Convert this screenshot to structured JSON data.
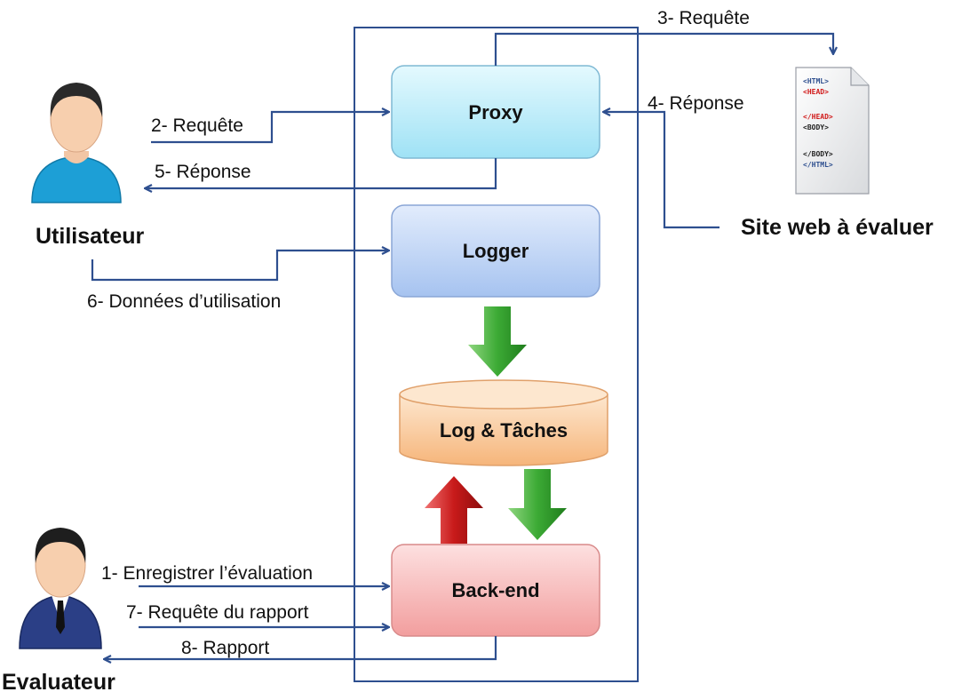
{
  "components": {
    "proxy": "Proxy",
    "logger": "Logger",
    "storage": "Log & Tâches",
    "backend": "Back-end"
  },
  "actors": {
    "user": "Utilisateur",
    "evaluator": "Evaluateur",
    "website": "Site web à évaluer"
  },
  "flows": {
    "step1": "1- Enregistrer l’évaluation",
    "step2": "2- Requête",
    "step3": "3- Requête",
    "step4": "4- Réponse",
    "step5": "5- Réponse",
    "step6": "6- Données d’utilisation",
    "step7": "7- Requête du rapport",
    "step8": "8- Rapport"
  },
  "document_tags": [
    "<HTML>",
    "<HEAD>",
    "</HEAD>",
    "<BODY>",
    "</BODY>",
    "</HTML>"
  ],
  "colors": {
    "line": "#2e4f8f",
    "proxy_fill": "#bdeffb",
    "logger_fill": "#c2d7f7",
    "storage_fill": "#fbd2a8",
    "backend_fill": "#f8c4c4",
    "arrow_down": "#3da53a",
    "arrow_up": "#c81a1a",
    "shirt": "#1d9fd6",
    "suit": "#2b3f86"
  }
}
